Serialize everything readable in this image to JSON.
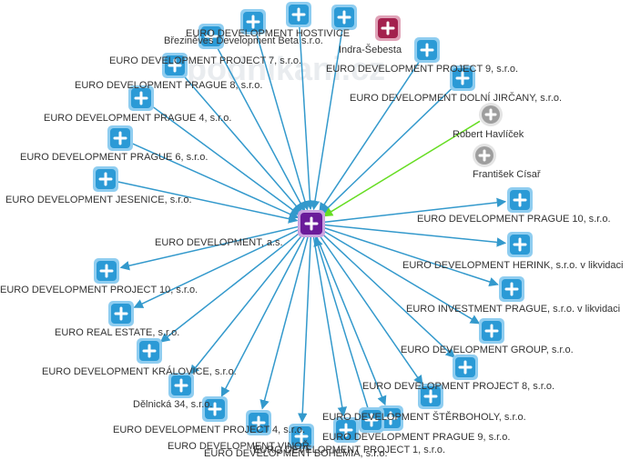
{
  "watermark": "podnikani.cz",
  "colors": {
    "edge": "#3399cc",
    "edge_person": "#66dd22",
    "company": "#2b9ad6",
    "company_border": "#8fcdf0",
    "center": "#6a1b9a",
    "person": "#9e9e9e",
    "person_alt": "#a3214d"
  },
  "center": {
    "id": "c",
    "label": "EURO DEVELOPMENT, a.s.",
    "icon": "plus-icon"
  },
  "nodes": [
    {
      "id": "n1",
      "label": "EURO DEVELOPMENT HOSTIVICE",
      "type": "company",
      "icon": "plus-icon"
    },
    {
      "id": "n2",
      "label": "Březiněves Development Beta s.r.o.",
      "type": "company",
      "icon": "plus-icon"
    },
    {
      "id": "n3",
      "label": "Indra-Šebesta",
      "type": "person_alt",
      "icon": "plus-icon"
    },
    {
      "id": "n4",
      "label": "EURO DEVELOPMENT PROJECT 7, s.r.o.",
      "type": "company",
      "icon": "plus-icon"
    },
    {
      "id": "n5",
      "label": "EURO DEVELOPMENT PROJECT 9, s.r.o.",
      "type": "company",
      "icon": "plus-icon"
    },
    {
      "id": "n6",
      "label": "EURO DEVELOPMENT PRAGUE 8, s.r.o.",
      "type": "company",
      "icon": "plus-icon"
    },
    {
      "id": "n7",
      "label": "EURO DEVELOPMENT DOLNÍ JIRČANY, s.r.o.",
      "type": "company",
      "icon": "plus-icon"
    },
    {
      "id": "n8",
      "label": "EURO DEVELOPMENT PRAGUE 4, s.r.o.",
      "type": "company",
      "icon": "plus-icon"
    },
    {
      "id": "n9",
      "label": "Robert Havlíček",
      "type": "person",
      "icon": "plus-icon"
    },
    {
      "id": "n10",
      "label": "EURO DEVELOPMENT PRAGUE 6, s.r.o.",
      "type": "company",
      "icon": "plus-icon"
    },
    {
      "id": "n11",
      "label": "František Císař",
      "type": "person",
      "icon": "plus-icon"
    },
    {
      "id": "n12",
      "label": "EURO DEVELOPMENT JESENICE, s.r.o.",
      "type": "company",
      "icon": "plus-icon"
    },
    {
      "id": "n13",
      "label": "EURO DEVELOPMENT PRAGUE 10, s.r.o.",
      "type": "company",
      "icon": "plus-icon"
    },
    {
      "id": "n14",
      "label": "EURO DEVELOPMENT HERINK, s.r.o. v likvidaci",
      "type": "company",
      "icon": "plus-icon"
    },
    {
      "id": "n15",
      "label": "EURO DEVELOPMENT PROJECT 10, s.r.o.",
      "type": "company",
      "icon": "plus-icon"
    },
    {
      "id": "n16",
      "label": "EURO INVESTMENT PRAGUE, s.r.o. v likvidaci",
      "type": "company",
      "icon": "plus-icon"
    },
    {
      "id": "n17",
      "label": "EURO REAL ESTATE, s.r.o.",
      "type": "company",
      "icon": "plus-icon"
    },
    {
      "id": "n18",
      "label": "EURO DEVELOPMENT GROUP, s.r.o.",
      "type": "company",
      "icon": "plus-icon"
    },
    {
      "id": "n19",
      "label": "EURO DEVELOPMENT KRÁLOVICE, s.r.o.",
      "type": "company",
      "icon": "plus-icon"
    },
    {
      "id": "n20",
      "label": "EURO DEVELOPMENT PROJECT 8, s.r.o.",
      "type": "company",
      "icon": "plus-icon"
    },
    {
      "id": "n21",
      "label": "Dělnická 34, s.r.o.",
      "type": "company",
      "icon": "plus-icon"
    },
    {
      "id": "n22",
      "label": "EURO DEVELOPMENT ŠTĚRBOHOLY, s.r.o.",
      "type": "company",
      "icon": "plus-icon"
    },
    {
      "id": "n23",
      "label": "EURO DEVELOPMENT PROJECT 4, s.r.o.",
      "type": "company",
      "icon": "plus-icon"
    },
    {
      "id": "n24",
      "label": "EURO DEVELOPMENT PRAGUE 9, s.r.o.",
      "type": "company",
      "icon": "plus-icon"
    },
    {
      "id": "n25",
      "label": "EURO DEVELOPMENT VINOŘ",
      "type": "company",
      "icon": "plus-icon"
    },
    {
      "id": "n26",
      "label": "EURO DEVELOPMENT PROJECT 1, s.r.o.",
      "type": "company",
      "icon": "plus-icon"
    },
    {
      "id": "n27",
      "label": "EURO DEVELOPMENT BOHEMIA, s.r.o.",
      "type": "company",
      "icon": "plus-icon"
    },
    {
      "id": "n28",
      "label": "",
      "type": "company",
      "icon": "plus-icon"
    },
    {
      "id": "n29",
      "label": "",
      "type": "company",
      "icon": "plus-icon"
    }
  ],
  "edges": [
    {
      "from": "n1",
      "to": "c"
    },
    {
      "from": "n2",
      "to": "c"
    },
    {
      "from": "n4",
      "to": "c"
    },
    {
      "from": "n5",
      "to": "c"
    },
    {
      "from": "n6",
      "to": "c"
    },
    {
      "from": "n7",
      "to": "c"
    },
    {
      "from": "n8",
      "to": "c"
    },
    {
      "from": "n9",
      "to": "c",
      "kind": "person"
    },
    {
      "from": "n10",
      "to": "c"
    },
    {
      "from": "n12",
      "to": "c"
    },
    {
      "from": "c",
      "to": "n13"
    },
    {
      "from": "c",
      "to": "n14"
    },
    {
      "from": "c",
      "to": "n15"
    },
    {
      "from": "c",
      "to": "n16"
    },
    {
      "from": "c",
      "to": "n17"
    },
    {
      "from": "c",
      "to": "n18"
    },
    {
      "from": "c",
      "to": "n19"
    },
    {
      "from": "c",
      "to": "n20"
    },
    {
      "from": "c",
      "to": "n21"
    },
    {
      "from": "c",
      "to": "n22"
    },
    {
      "from": "c",
      "to": "n23"
    },
    {
      "from": "c",
      "to": "n24"
    },
    {
      "from": "c",
      "to": "n25"
    },
    {
      "from": "c",
      "to": "n26"
    },
    {
      "from": "c",
      "to": "n27"
    },
    {
      "from": "n28",
      "to": "c"
    },
    {
      "from": "n29",
      "to": "c"
    }
  ]
}
